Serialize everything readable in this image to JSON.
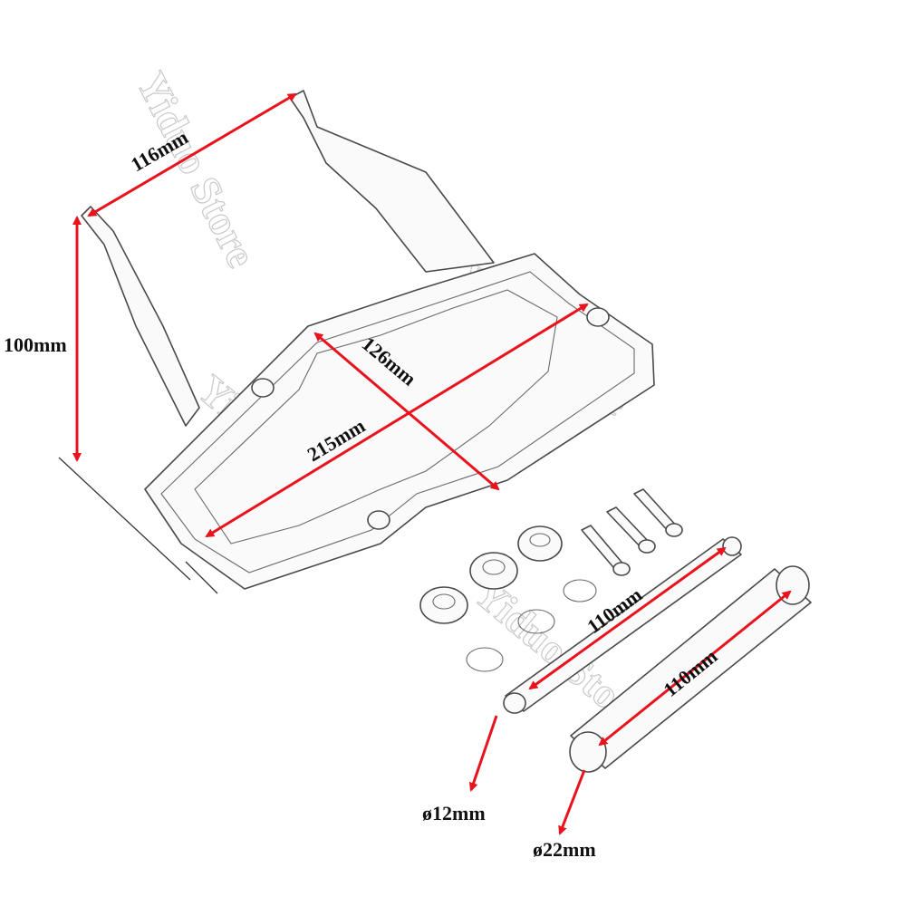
{
  "dimensions": {
    "top_width": "116mm",
    "height": "100mm",
    "plate_depth": "126mm",
    "plate_width": "215mm",
    "tube_length_1": "110mm",
    "tube_length_2": "110mm",
    "tube_diameter_small": "ø12mm",
    "tube_diameter_large": "ø22mm"
  },
  "watermark": {
    "text": "Yiduo Store"
  },
  "colors": {
    "arrow": "#e8131c",
    "outline": "#4a4a4a",
    "background": "#ffffff"
  }
}
